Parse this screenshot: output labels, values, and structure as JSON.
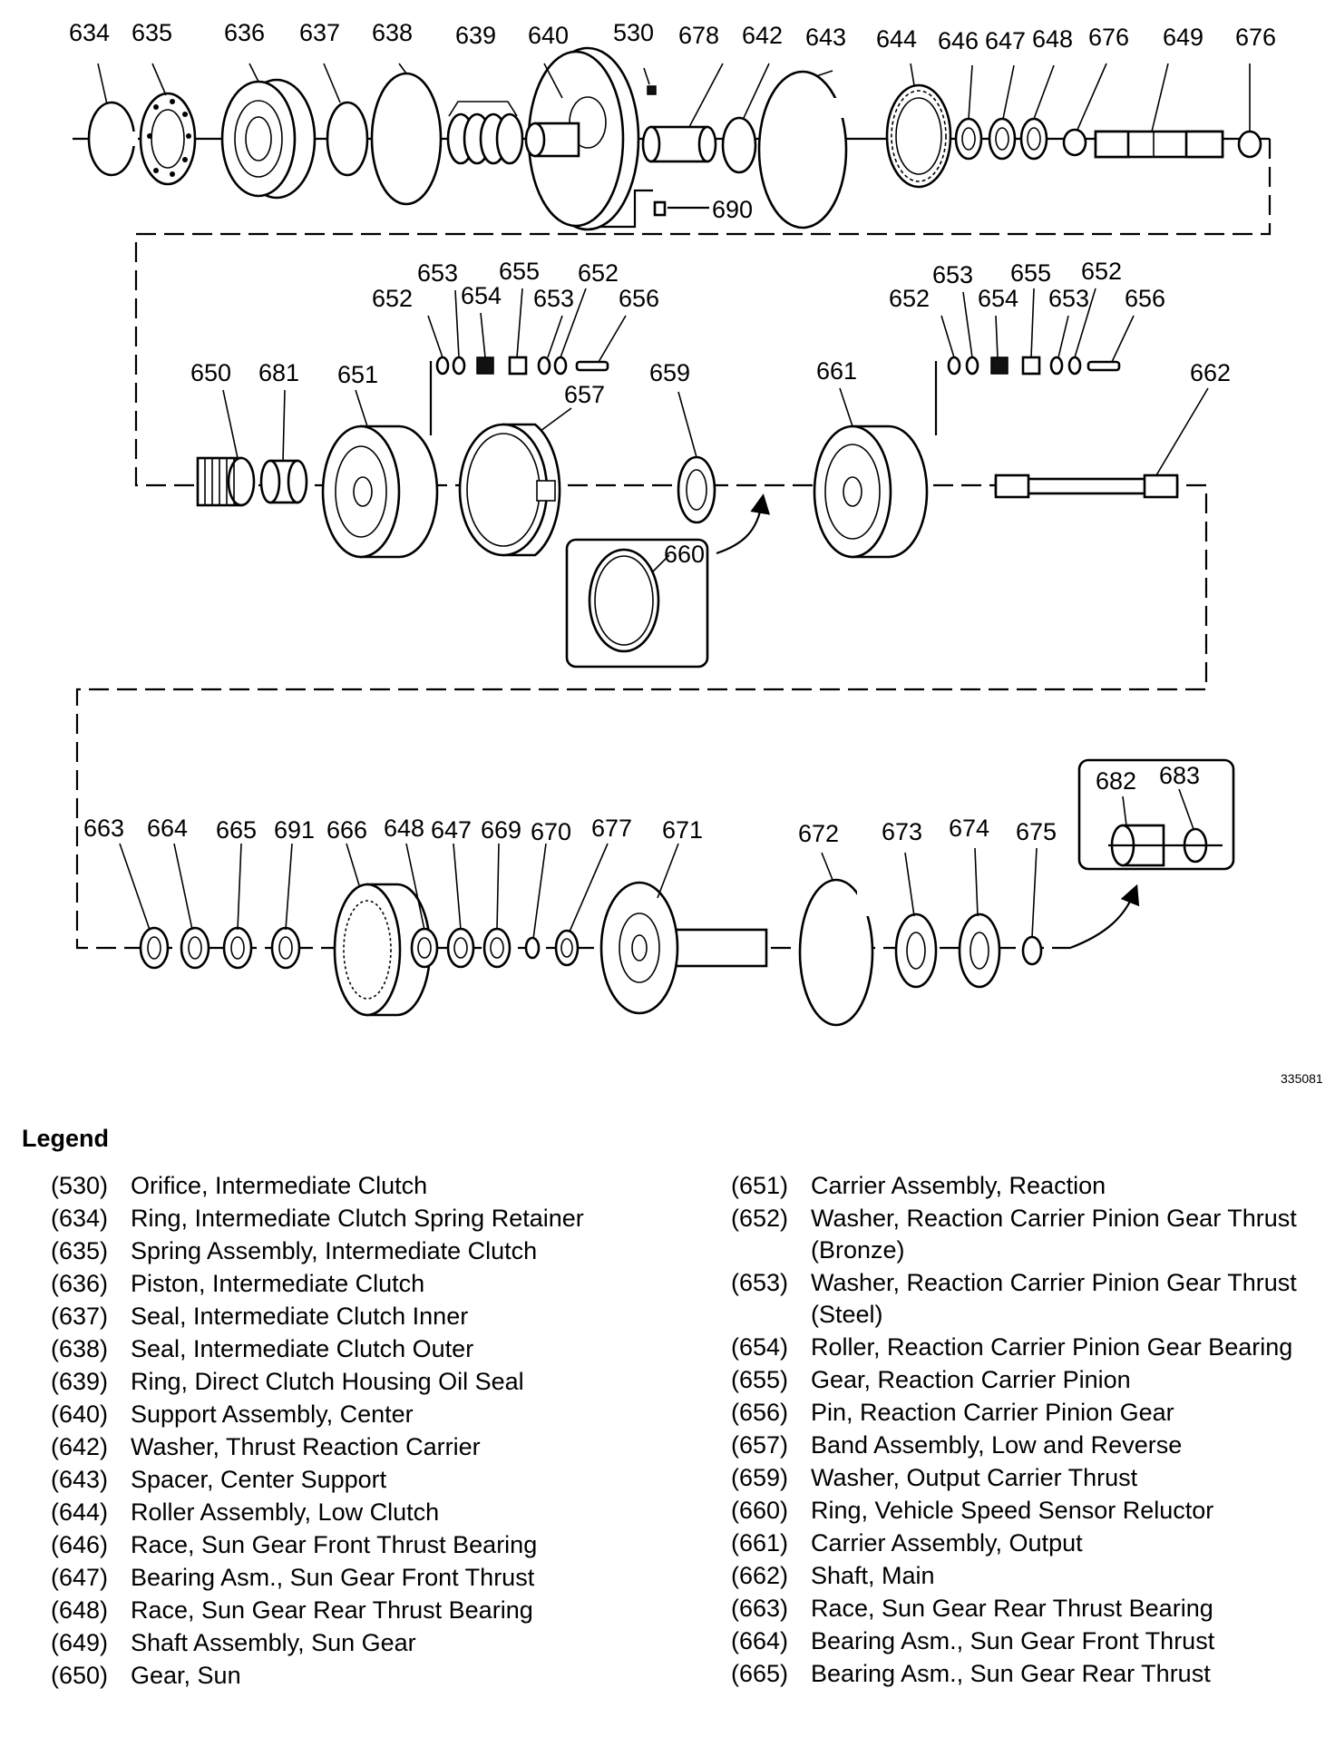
{
  "diagram": {
    "figure_id": "335081",
    "callouts": [
      "634",
      "635",
      "636",
      "637",
      "638",
      "639",
      "640",
      "530",
      "678",
      "642",
      "643",
      "644",
      "646",
      "647",
      "648",
      "676",
      "649",
      "676",
      "690",
      "652",
      "653",
      "654",
      "655",
      "653",
      "652",
      "656",
      "650",
      "681",
      "651",
      "657",
      "659",
      "661",
      "652",
      "653",
      "654",
      "655",
      "653",
      "652",
      "656",
      "662",
      "660",
      "663",
      "664",
      "665",
      "691",
      "666",
      "648",
      "647",
      "669",
      "670",
      "677",
      "671",
      "672",
      "673",
      "674",
      "675",
      "682",
      "683"
    ]
  },
  "legend": {
    "title": "Legend",
    "left": [
      {
        "code": "(530)",
        "desc": "Orifice, Intermediate Clutch"
      },
      {
        "code": "(634)",
        "desc": "Ring, Intermediate Clutch Spring Retainer"
      },
      {
        "code": "(635)",
        "desc": "Spring Assembly, Intermediate Clutch"
      },
      {
        "code": "(636)",
        "desc": "Piston, Intermediate Clutch"
      },
      {
        "code": "(637)",
        "desc": "Seal, Intermediate Clutch Inner"
      },
      {
        "code": "(638)",
        "desc": "Seal, Intermediate Clutch Outer"
      },
      {
        "code": "(639)",
        "desc": "Ring, Direct Clutch Housing Oil Seal"
      },
      {
        "code": "(640)",
        "desc": "Support Assembly, Center"
      },
      {
        "code": "(642)",
        "desc": "Washer, Thrust Reaction Carrier"
      },
      {
        "code": "(643)",
        "desc": "Spacer, Center Support"
      },
      {
        "code": "(644)",
        "desc": "Roller Assembly, Low Clutch"
      },
      {
        "code": "(646)",
        "desc": "Race, Sun Gear Front Thrust Bearing"
      },
      {
        "code": "(647)",
        "desc": "Bearing Asm., Sun Gear Front Thrust"
      },
      {
        "code": "(648)",
        "desc": "Race, Sun Gear Rear Thrust Bearing"
      },
      {
        "code": "(649)",
        "desc": "Shaft Assembly, Sun Gear"
      },
      {
        "code": "(650)",
        "desc": "Gear, Sun"
      }
    ],
    "right": [
      {
        "code": "(651)",
        "desc": "Carrier Assembly, Reaction"
      },
      {
        "code": "(652)",
        "desc": "Washer, Reaction Carrier Pinion Gear Thrust (Bronze)"
      },
      {
        "code": "(653)",
        "desc": "Washer, Reaction Carrier Pinion Gear Thrust (Steel)"
      },
      {
        "code": "(654)",
        "desc": "Roller, Reaction Carrier Pinion Gear Bearing"
      },
      {
        "code": "(655)",
        "desc": "Gear, Reaction Carrier Pinion"
      },
      {
        "code": "(656)",
        "desc": "Pin, Reaction Carrier Pinion Gear"
      },
      {
        "code": "(657)",
        "desc": "Band Assembly, Low and Reverse"
      },
      {
        "code": "(659)",
        "desc": "Washer, Output Carrier Thrust"
      },
      {
        "code": "(660)",
        "desc": "Ring, Vehicle Speed Sensor Reluctor"
      },
      {
        "code": "(661)",
        "desc": "Carrier Assembly, Output"
      },
      {
        "code": "(662)",
        "desc": "Shaft, Main"
      },
      {
        "code": "(663)",
        "desc": "Race, Sun Gear Rear Thrust Bearing"
      },
      {
        "code": "(664)",
        "desc": "Bearing Asm., Sun Gear Front Thrust"
      },
      {
        "code": "(665)",
        "desc": "Bearing Asm., Sun Gear Rear Thrust"
      }
    ]
  }
}
